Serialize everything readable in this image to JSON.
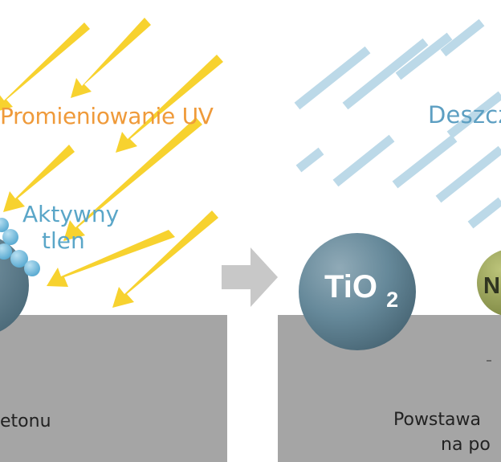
{
  "labels": {
    "uv_radiation": "Promieniowanie UV",
    "rain": "Deszcz",
    "active_oxygen_line1": "Aktywny",
    "active_oxygen_line2": "tlen",
    "particle_main": "TiO",
    "particle_main_subscript": "2",
    "particle_partial": "N",
    "left_surface_caption": "etonu",
    "right_surface_caption_line1": "Powstawa",
    "right_surface_caption_line2": "na po"
  },
  "colors": {
    "uv_arrows": "#f7d22f",
    "uv_text": "#ef9a3a",
    "rain_streaks": "#bcd9e8",
    "rain_text": "#5d9fc2",
    "oxygen_bubbles": "#78bde0",
    "oxygen_text": "#5aa6c8",
    "surface": "#a5a5a5",
    "particle_main": "#5f7f8f",
    "particle_partial": "#8f9950",
    "transition_arrow": "#c8c8c8",
    "caption_text": "#222222"
  }
}
